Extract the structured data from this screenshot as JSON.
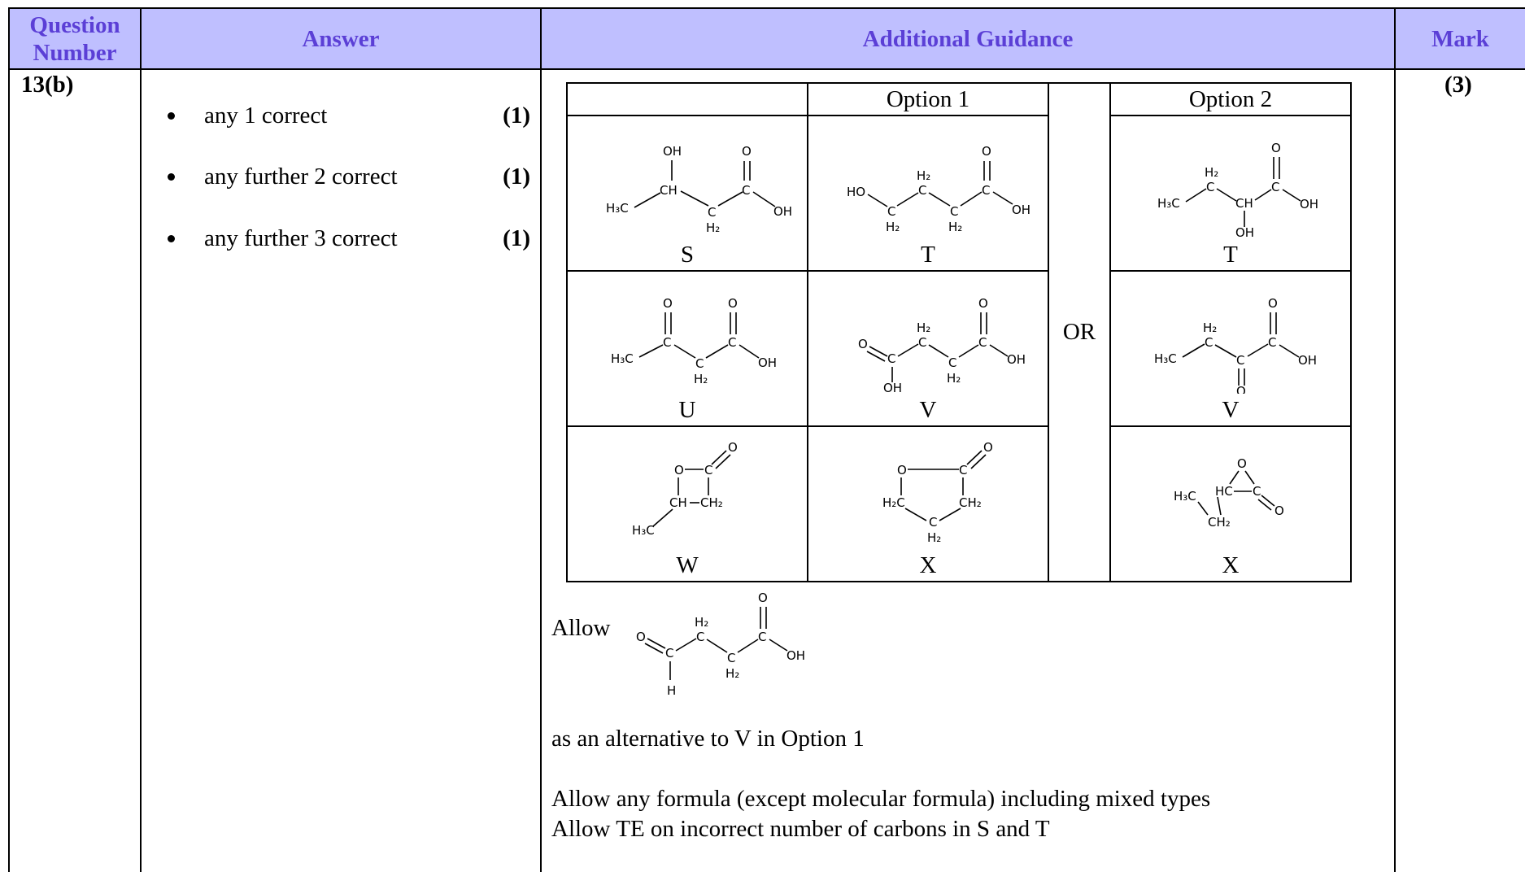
{
  "header": {
    "question_number": "Question Number",
    "answer": "Answer",
    "additional_guidance": "Additional Guidance",
    "mark": "Mark"
  },
  "row": {
    "question": "13(b)",
    "mark": "(3)",
    "answers": [
      {
        "text": "any 1 correct",
        "mark": "(1)"
      },
      {
        "text": "any further 2 correct",
        "mark": "(1)"
      },
      {
        "text": "any further 3 correct",
        "mark": "(1)"
      }
    ]
  },
  "options_table": {
    "option1": "Option 1",
    "option2": "Option 2",
    "or": "OR",
    "labels": {
      "s": "S",
      "t1": "T",
      "t2": "T",
      "u": "U",
      "v1": "V",
      "v2": "V",
      "w": "W",
      "x1": "X",
      "x2": "X"
    }
  },
  "chem": {
    "oh": "OH",
    "o": "O",
    "ch": "CH",
    "c": "C",
    "ho": "HO",
    "hc": "HC",
    "h": "H",
    "h3c": "H₃C",
    "h2": "H₂",
    "ch2": "CH₂",
    "h2c": "H₂C"
  },
  "guidance": {
    "allow": "Allow",
    "alt_text": "as an alternative to V in Option 1",
    "line1": "Allow any formula (except molecular formula) including mixed types",
    "line2": "Allow TE on incorrect number of carbons in S and T"
  }
}
